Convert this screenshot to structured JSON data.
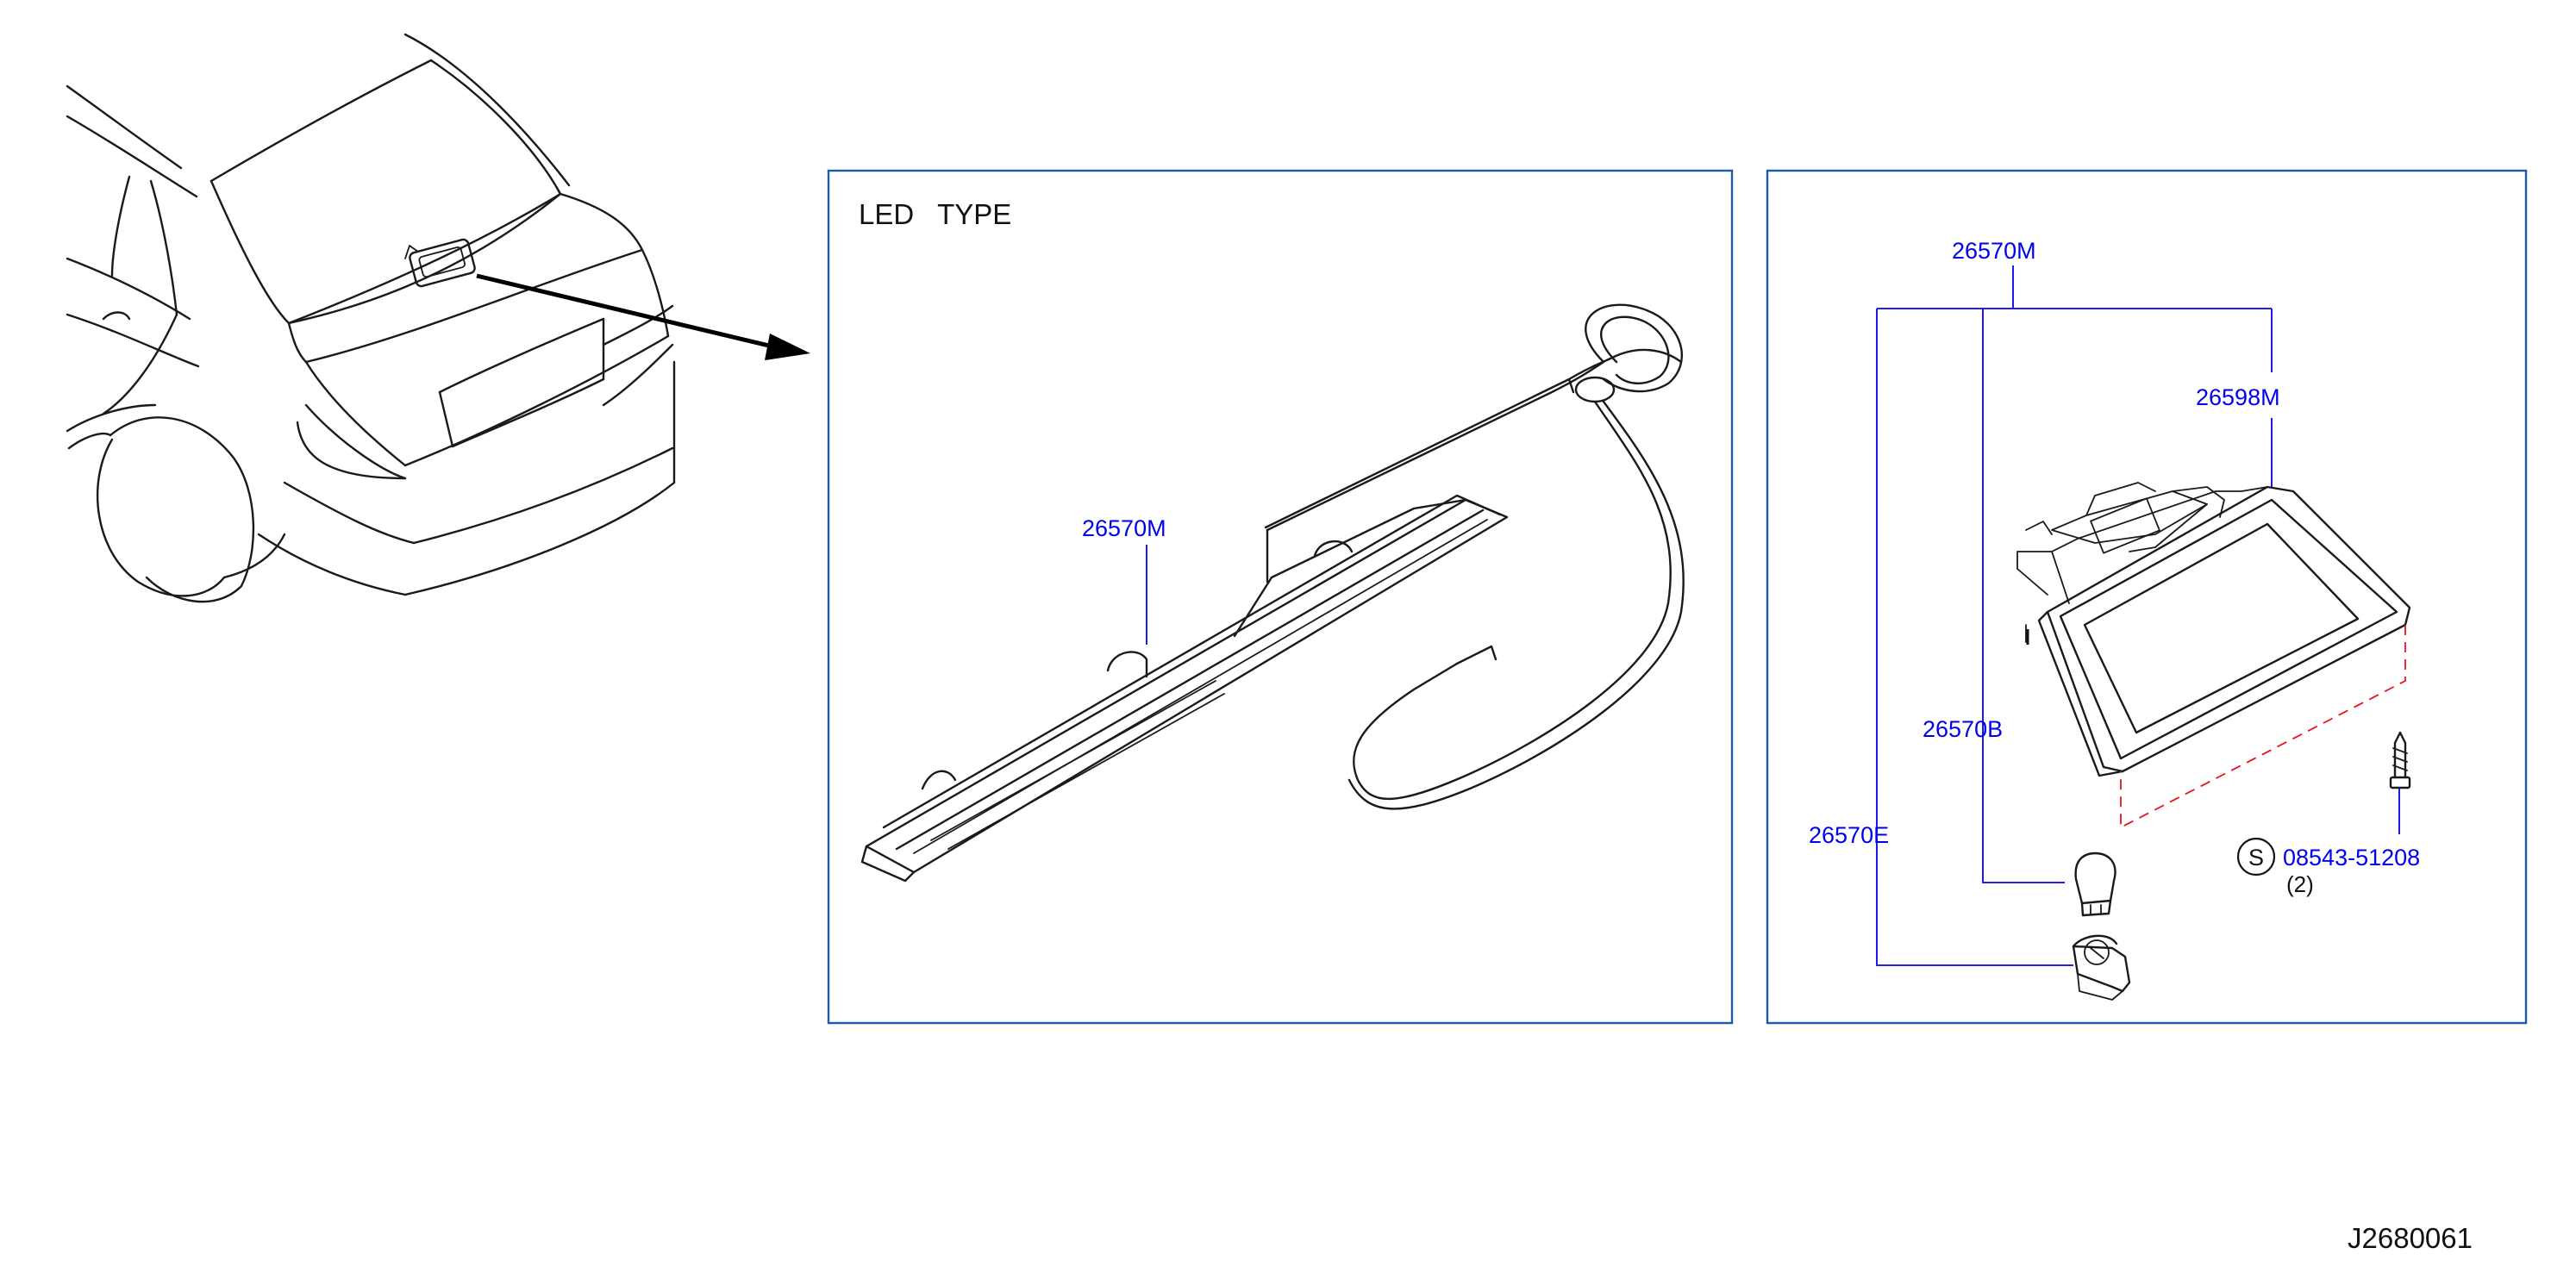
{
  "diagram": {
    "panel_led_title": "LED   TYPE",
    "parts": {
      "led_lamp": "26570M",
      "lamp_assy": "26570M",
      "lamp_housing": "26598M",
      "bulb": "26570B",
      "socket": "26570E",
      "screw": "08543-51208",
      "screw_qty": "(2)",
      "screw_symbol": "S"
    },
    "figure_code": "J2680061"
  },
  "colors": {
    "part_number": "#0000ee",
    "frame": "#1f5aa8",
    "dashed_guide": "#e8121e",
    "line_art": "#1a1a1a"
  }
}
